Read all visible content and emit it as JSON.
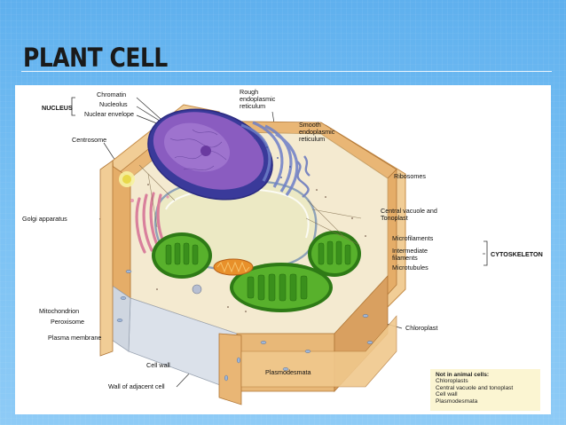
{
  "slide": {
    "title": "PLANT CELL"
  },
  "labels": {
    "chromatin": "Chromatin",
    "nucleus": "NUCLEUS",
    "nucleolus": "Nucleolus",
    "nuclear_envelope": "Nuclear envelope",
    "centrosome": "Centrosome",
    "rough_er": "Rough\nendoplasmic\nreticulum",
    "smooth_er": "Smooth\nendoplasmic\nreticulum",
    "ribosomes": "Ribosomes",
    "golgi": "Golgi apparatus",
    "central_vacuole": "Central vacuole and\nTonoplast",
    "microfilaments": "Microfilaments",
    "intermediate_filaments": "Intermediate\nfilaments",
    "cytoskeleton": "CYTOSKELETON",
    "microtubules": "Microtubules",
    "mitochondrion": "Mitochondrion",
    "peroxisome": "Peroxisome",
    "plasma_membrane": "Plasma membrane",
    "chloroplast": "Chloroplast",
    "cell_wall": "Cell wall",
    "plasmodesmata": "Plasmodesmata",
    "adjacent_wall": "Wall of adjacent cell"
  },
  "note": {
    "heading": "Not in animal cells:",
    "items": [
      "Chloroplasts",
      "Central vacuole and tonoplast",
      "Cell wall",
      "Plasmodesmata"
    ]
  },
  "colors": {
    "background": "#6fbaf1",
    "cell_wall": "#e8b878",
    "nucleus": "#8a5cc0",
    "chloroplast": "#4caa2a",
    "vacuole": "#e8e6c0",
    "golgi": "#e79ab0",
    "mitochondrion": "#e8902a",
    "note_bg": "#fbf5d2"
  }
}
